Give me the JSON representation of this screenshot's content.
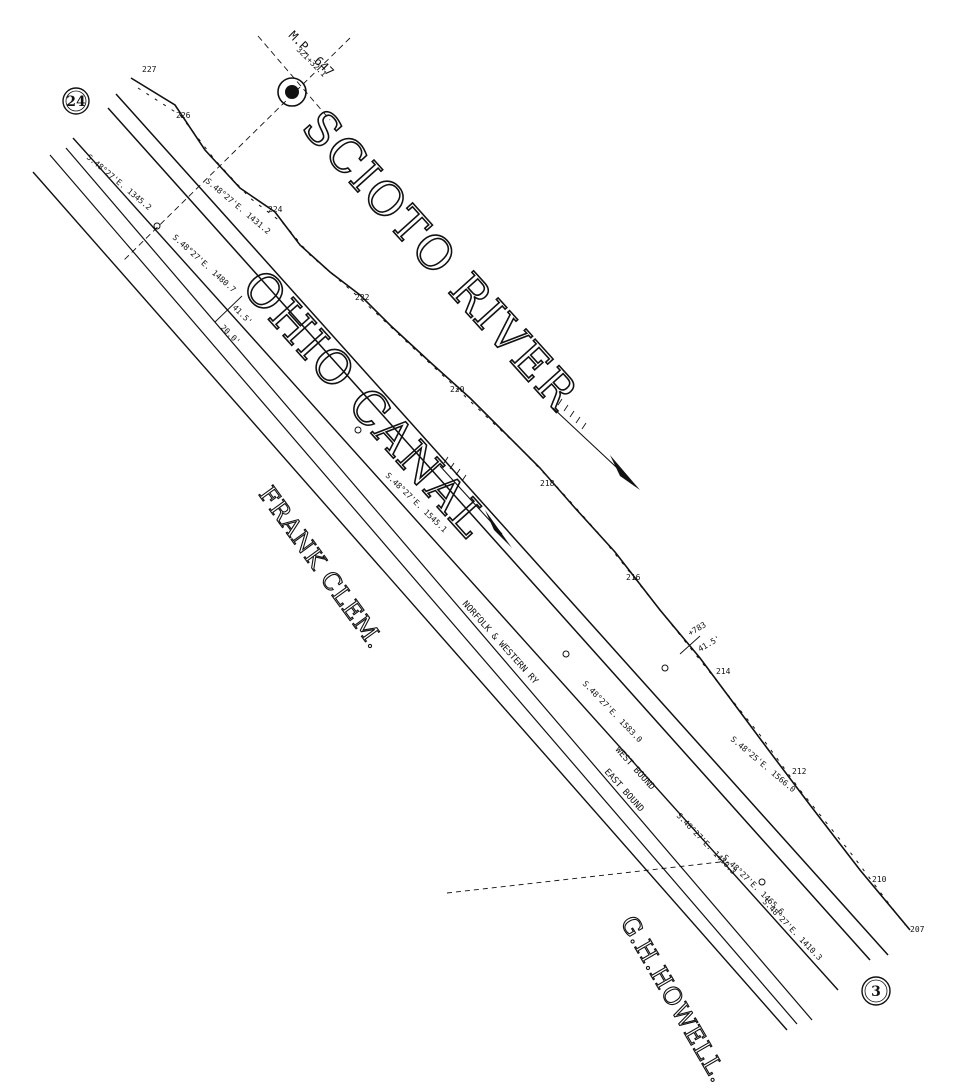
{
  "map": {
    "river_label": "SCIOTO  RIVER",
    "canal_label": "OHIO CANAL",
    "owner_left": "FRANK CLEM.",
    "owner_right": "G.H.HOWELL.",
    "railroad_label": "NORFOLK & WESTERN RY",
    "track_west": "WEST BOUND",
    "track_east": "EAST BOUND",
    "milepost": {
      "label": "M.P. 647",
      "station": "321+32.1"
    },
    "circle_markers": {
      "upper_left": "24",
      "lower_right": "3"
    },
    "stations": [
      "227",
      "226",
      "224",
      "222",
      "220",
      "218",
      "216",
      "214",
      "212",
      "210",
      "207"
    ],
    "bearings": [
      "S.48°27'E. 1345.2",
      "S.48°27'E. 1431.2",
      "S.48°27'E. 1480.7",
      "S.48°27'E. 1545.1",
      "S.48°27'E. 1583.0",
      "S.48°25'E. 1566.0",
      "S.48°27'E. 1430.3",
      "S.48°27'E. 1410.3",
      "S.48°27'E. 1465.6"
    ],
    "offset_marks": [
      "41.5'",
      "20.0'",
      "+783",
      "41.5'"
    ]
  }
}
